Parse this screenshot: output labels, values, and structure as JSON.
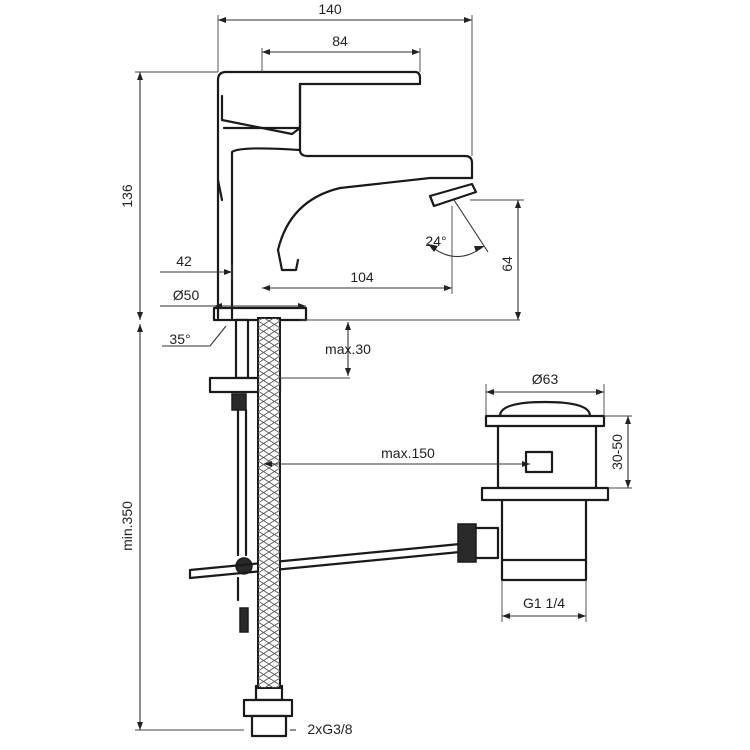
{
  "dimensions": {
    "width_total": "140",
    "handle_width": "84",
    "height_total": "136",
    "base_offset": "42",
    "spout_reach": "104",
    "base_diameter": "Ø50",
    "hole_angle": "35°",
    "deck_thickness": "max.30",
    "spout_angle": "24°",
    "spout_height": "64",
    "drain_diameter": "Ø63",
    "drain_range": "30-50",
    "rod_distance": "max.150",
    "drain_thread": "G1 1/4",
    "below_deck": "min.350",
    "hose_thread": "2xG3/8"
  }
}
